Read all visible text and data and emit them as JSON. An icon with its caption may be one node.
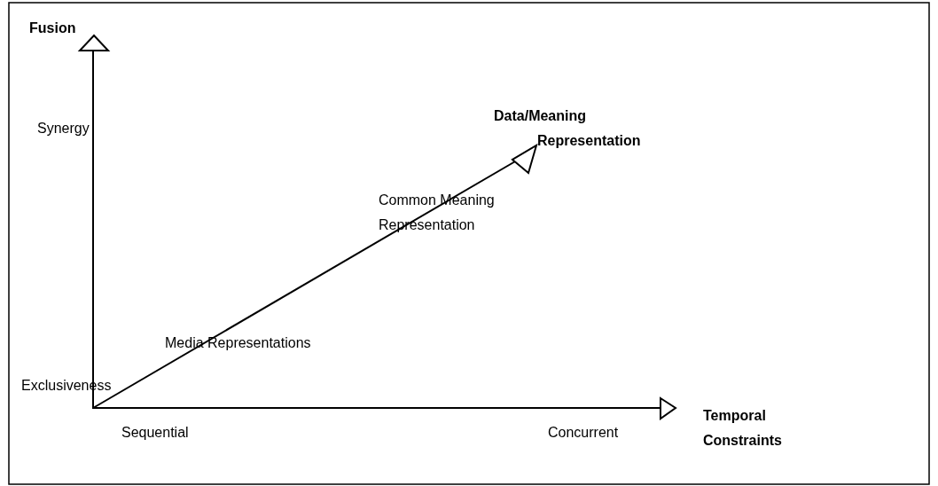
{
  "diagram": {
    "labels": [
      "Fusion",
      "Synergy",
      "Data/Meaning Representation",
      "Common Meaning Representation",
      "Media Representations",
      "Exclusiveness",
      "Sequential",
      "Concurrent",
      "Temporal Constraints"
    ]
  }
}
